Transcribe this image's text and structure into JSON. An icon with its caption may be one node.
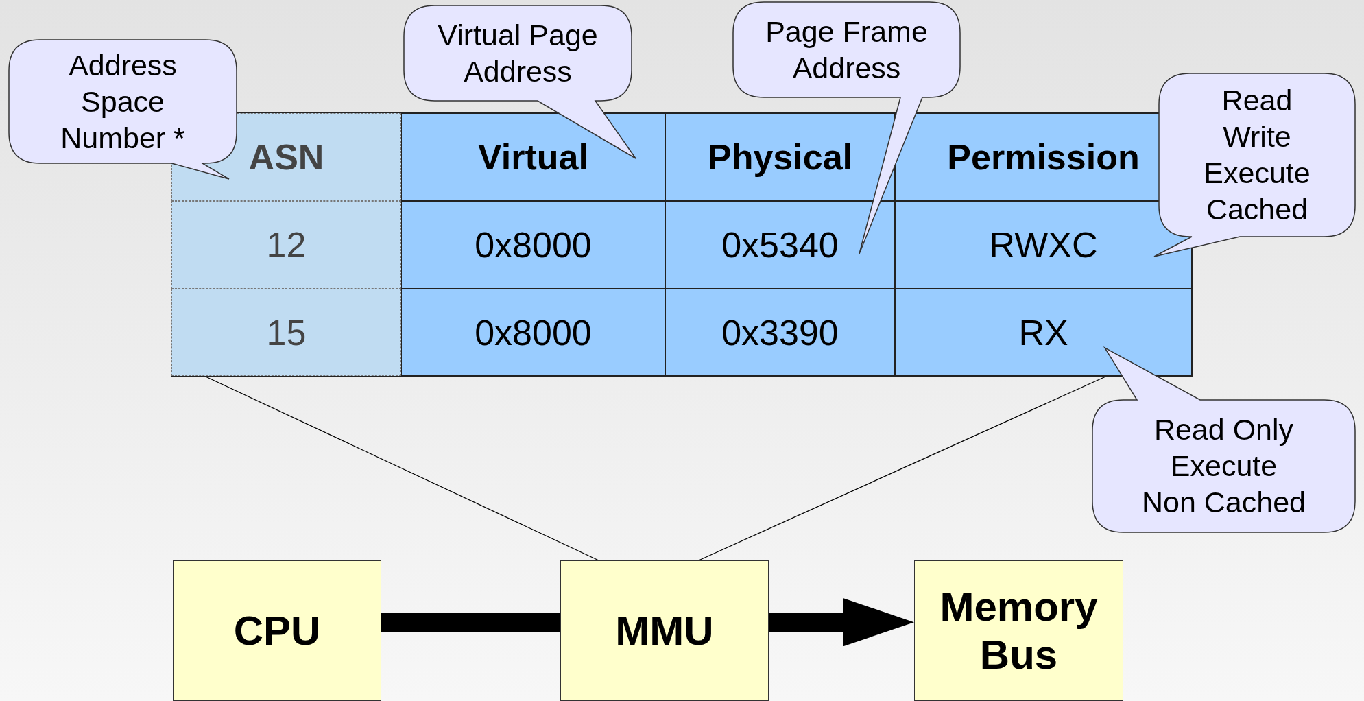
{
  "diagram": {
    "nodes": [
      {
        "text": [
          "Address Space Number *"
        ]
      },
      {
        "text": [
          "Virtual Page Address"
        ]
      },
      {
        "text": [
          "Page Frame Address"
        ]
      },
      {
        "text": [
          "Read Write Execute Cached"
        ]
      },
      {
        "text": [],
        "shape": "box"
      },
      {
        "text": [
          "ASN"
        ],
        "in": 4
      },
      {
        "text": [
          "Virtual"
        ],
        "in": 4
      },
      {
        "text": [
          "Physical"
        ],
        "in": 4
      },
      {
        "text": [
          "Permission"
        ],
        "in": 4
      },
      {
        "text": [
          "12"
        ],
        "in": 4
      },
      {
        "text": [
          "0x8000"
        ],
        "in": 4
      },
      {
        "text": [
          "0x5340"
        ],
        "in": 4
      },
      {
        "text": [
          "RWXC"
        ],
        "in": 4
      },
      {
        "text": [
          "15"
        ],
        "in": 4
      },
      {
        "text": [
          "0x8000"
        ],
        "in": 4
      },
      {
        "text": [
          "0x3390"
        ],
        "in": 4
      },
      {
        "text": [
          "RX"
        ],
        "in": 4
      },
      {
        "text": [
          "Read Only Execute Non Cached"
        ]
      },
      {
        "text": [
          "CPU"
        ]
      },
      {
        "text": [
          "MMU"
        ]
      },
      {
        "text": [
          "Memory Bus"
        ]
      }
    ],
    "edges": [
      {
        "from": 4,
        "to": 19,
        "arrow": "none"
      },
      {
        "from": 4,
        "to": 19,
        "arrow": "none"
      },
      {
        "from": 18,
        "to": 19,
        "arrow": "none",
        "style": "thick"
      },
      {
        "from": 19,
        "to": 20,
        "arrow": "to",
        "style": "thick"
      }
    ]
  }
}
